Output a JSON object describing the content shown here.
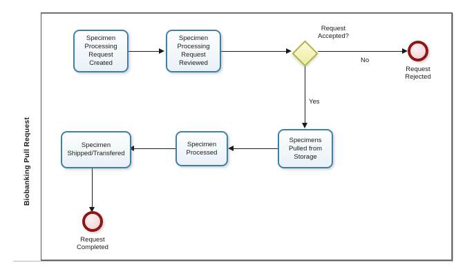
{
  "diagram": {
    "type": "bpmn-process-diagram",
    "pool": {
      "lane_label": "Biobanking Pull Request"
    },
    "tasks": [
      {
        "id": "t1",
        "label": "Specimen\nProcessing\nRequest\nCreated"
      },
      {
        "id": "t2",
        "label": "Specimen\nProcessing\nRequest\nReviewed"
      },
      {
        "id": "t3",
        "label": "Specimens\nPulled from\nStorage"
      },
      {
        "id": "t4",
        "label": "Specimen\nProcessed"
      },
      {
        "id": "t5",
        "label": "Specimen\nShipped/Transfered"
      }
    ],
    "gateways": [
      {
        "id": "g1",
        "label": "Request\nAccepted?",
        "kind": "exclusive-gateway"
      }
    ],
    "events": [
      {
        "id": "e1",
        "label": "Request\nRejected",
        "kind": "end-event"
      },
      {
        "id": "e2",
        "label": "Request\nCompleted",
        "kind": "end-event"
      }
    ],
    "flow_labels": {
      "no": "No",
      "yes": "Yes"
    },
    "colors": {
      "task_border": "#3d7fa6",
      "task_fill": "#f1f7fb",
      "gateway_border": "#b0b24a",
      "gateway_fill": "#f3f3b8",
      "end_event_border": "#8e1616",
      "end_event_fill": "#f7dede",
      "pool_border": "#555555",
      "connector": "#1a1a1a"
    }
  }
}
